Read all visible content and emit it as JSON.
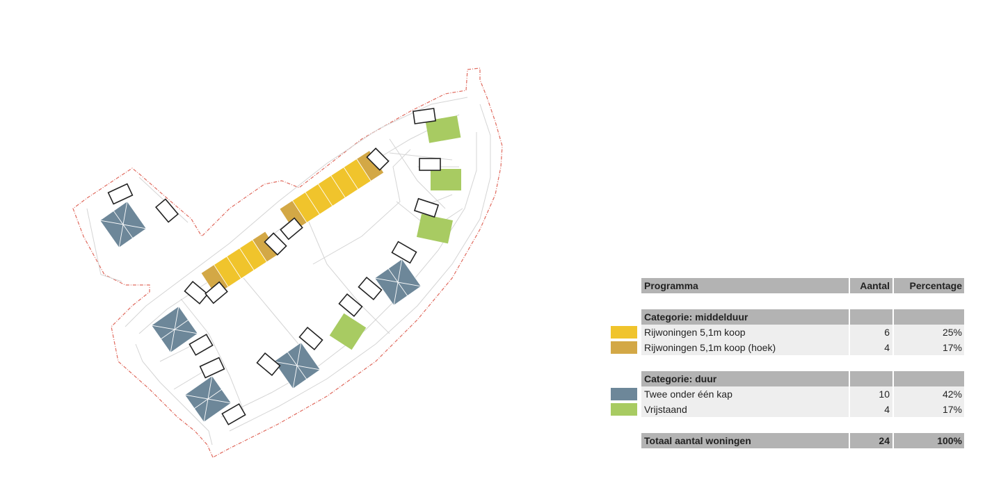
{
  "legend_table": {
    "headers": {
      "program": "Programma",
      "count": "Aantal",
      "percentage": "Percentage"
    },
    "categories": [
      {
        "title": "Categorie: middelduur",
        "items": [
          {
            "label": "Rijwoningen 5,1m koop",
            "count": "6",
            "percentage": "25%",
            "color": "#f0c42c"
          },
          {
            "label": "Rijwoningen 5,1m koop (hoek)",
            "count": "4",
            "percentage": "17%",
            "color": "#d3a846"
          }
        ]
      },
      {
        "title": "Categorie: duur",
        "items": [
          {
            "label": "Twee onder één kap",
            "count": "10",
            "percentage": "42%",
            "color": "#6d8799"
          },
          {
            "label": "Vrijstaand",
            "count": "4",
            "percentage": "17%",
            "color": "#a8cb62"
          }
        ]
      }
    ],
    "total": {
      "label": "Totaal aantal woningen",
      "count": "24",
      "percentage": "100%"
    }
  },
  "colors": {
    "boundary": "#e06a5e",
    "plot_lines": "#cfcfcf",
    "roof_lines": "#ffffff",
    "shed_outline": "#222222"
  }
}
